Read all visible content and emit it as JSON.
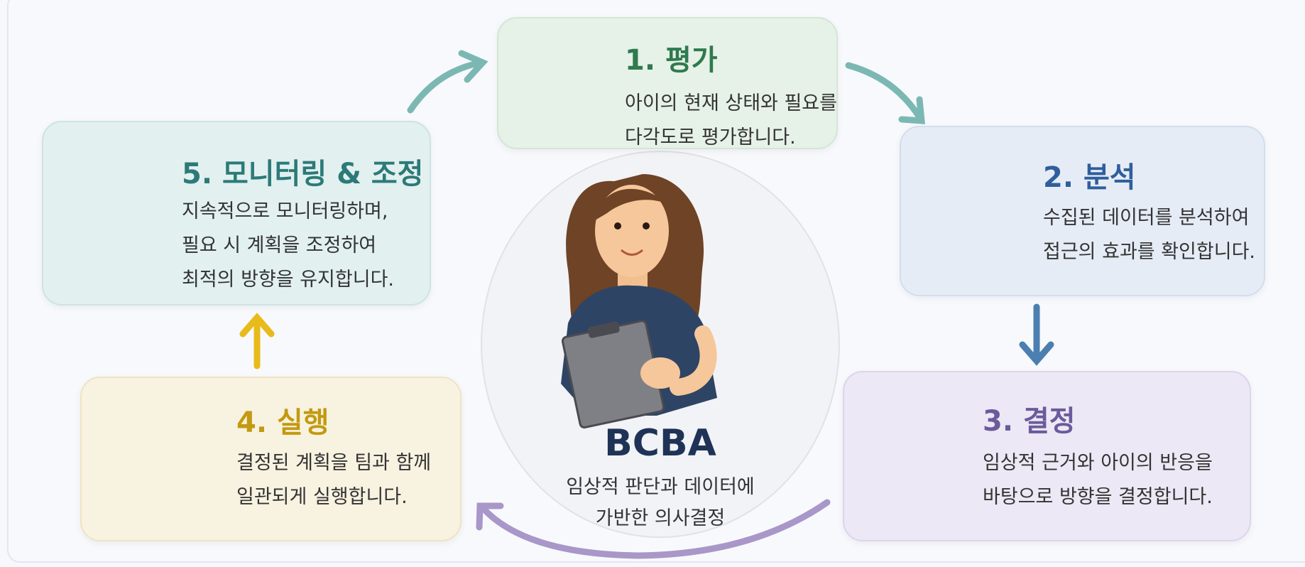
{
  "center": {
    "role": "BCBA",
    "caption_lines": [
      "임상적 판단과 데이터에",
      "가반한 의사결정"
    ]
  },
  "steps": [
    {
      "title": "1. 평가",
      "lines": [
        "아이의 현재 상태와 필요를",
        "다각도로 평가합니다."
      ],
      "color": "#2f7a4e",
      "icon": "growth-chart-icon"
    },
    {
      "title": "2. 분석",
      "lines": [
        "수집된 데이터를 분석하여",
        "접근의 효과를 확인합니다."
      ],
      "color": "#2f5f9c",
      "icon": "clipboard-magnifier-icon"
    },
    {
      "title": "3. 결정",
      "lines": [
        "임상적 근거와 아이의 반응을",
        "바탕으로 방향을 결정합니다."
      ],
      "color": "#6b5a9c",
      "icon": "signpost-icon"
    },
    {
      "title": "4. 실행",
      "lines": [
        "결정된 계획을 팀과 함께",
        "일관되게 실행합니다."
      ],
      "color": "#c39a10",
      "icon": "puzzle-pieces-icon"
    },
    {
      "title": "5. 모니터링 & 조정",
      "lines": [
        "지속적으로 모니터링하며,",
        "필요 시 계획을 조정하여",
        "최적의 방향을 유지합니다."
      ],
      "color": "#2c7a78",
      "icon": "team-heart-icon"
    }
  ],
  "arrow_colors": {
    "teal": "#7bb8b3",
    "blue": "#4a7fb0",
    "purple": "#a897c8",
    "yellow": "#e8bb1a"
  }
}
